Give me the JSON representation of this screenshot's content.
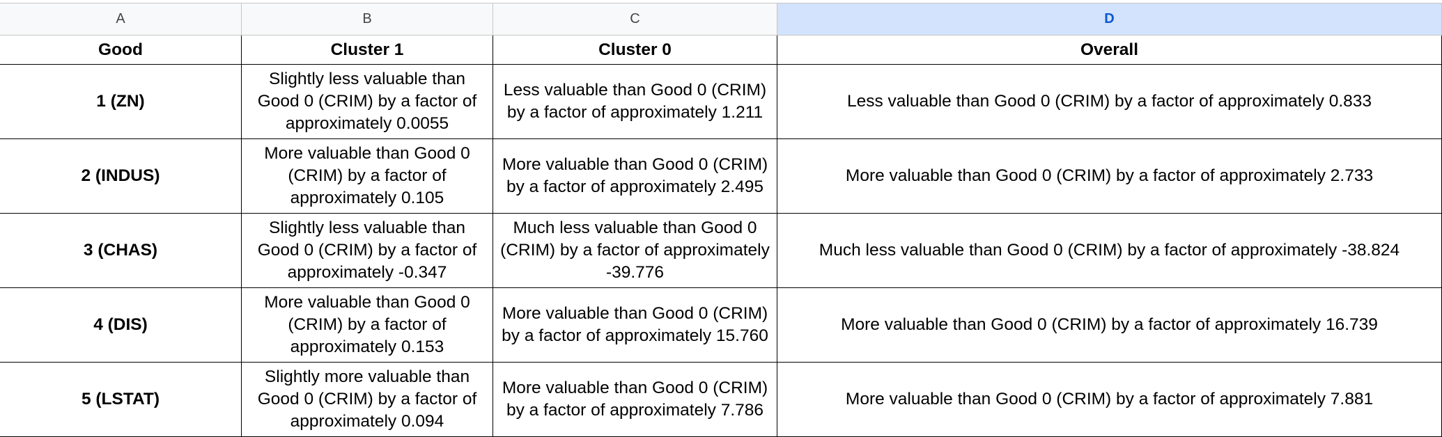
{
  "columns": [
    "A",
    "B",
    "C",
    "D"
  ],
  "selected_column": "D",
  "table": {
    "headers": [
      "Good",
      "Cluster 1",
      "Cluster 0",
      "Overall"
    ],
    "rows": [
      {
        "good": "1 (ZN)",
        "cluster1": "Slightly less valuable than Good 0 (CRIM) by a factor of approximately 0.0055",
        "cluster0": "Less valuable than Good 0 (CRIM) by a factor of approximately 1.211",
        "overall": "Less valuable than Good 0 (CRIM) by a factor of approximately 0.833"
      },
      {
        "good": "2 (INDUS)",
        "cluster1": "More valuable than Good 0 (CRIM) by a factor of approximately 0.105",
        "cluster0": "More valuable than Good 0 (CRIM) by a factor of approximately 2.495",
        "overall": "More valuable than Good 0 (CRIM) by a factor of approximately 2.733"
      },
      {
        "good": "3 (CHAS)",
        "cluster1": "Slightly less valuable than Good 0 (CRIM) by a factor of approximately -0.347",
        "cluster0": "Much less valuable than Good 0 (CRIM) by a factor of approximately -39.776",
        "overall": "Much less valuable than Good 0 (CRIM) by a factor of approximately -38.824"
      },
      {
        "good": "4 (DIS)",
        "cluster1": "More valuable than Good 0 (CRIM) by a factor of approximately 0.153",
        "cluster0": "More valuable than Good 0 (CRIM) by a factor of approximately 15.760",
        "overall": "More valuable than Good 0 (CRIM) by a factor of approximately 16.739"
      },
      {
        "good": "5 (LSTAT)",
        "cluster1": "Slightly more valuable than Good 0 (CRIM) by a factor of approximately 0.094",
        "cluster0": "More valuable than Good 0 (CRIM) by a factor of approximately 7.786",
        "overall": "More valuable than Good 0 (CRIM) by a factor of approximately 7.881"
      }
    ]
  }
}
